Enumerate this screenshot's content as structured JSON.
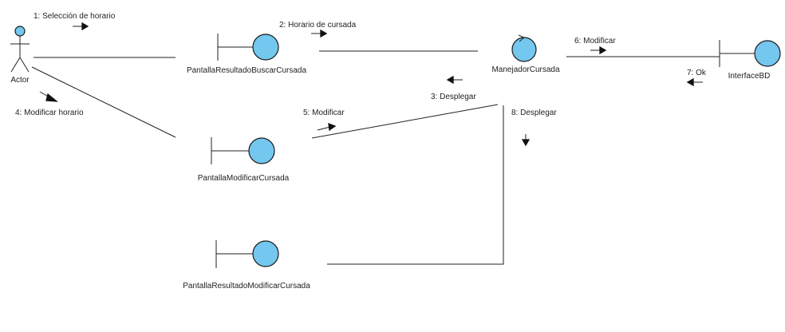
{
  "diagram": {
    "actor": {
      "label": "Actor"
    },
    "objects": {
      "pantalla_resultado_buscar": {
        "label": "PantallaResultadoBuscarCursada",
        "kind": "boundary"
      },
      "pantalla_modificar": {
        "label": "PantallaModificarCursada",
        "kind": "boundary"
      },
      "pantalla_resultado_modificar": {
        "label": "PantallaResultadoModificarCursada",
        "kind": "boundary"
      },
      "manejador": {
        "label": "ManejadorCursada",
        "kind": "control"
      },
      "interface_bd": {
        "label": "InterfaceBD",
        "kind": "boundary"
      }
    },
    "messages": {
      "m1": "1: Selección de horario",
      "m2": "2: Horario de cursada",
      "m3": "3: Desplegar",
      "m4": "4: Modificar horario",
      "m5": "5: Modificar",
      "m6": "6: Modificar",
      "m7": "7: Ok",
      "m8": "8: Desplegar"
    },
    "colors": {
      "object_fill": "#74c7ef",
      "line": "#222222"
    }
  }
}
